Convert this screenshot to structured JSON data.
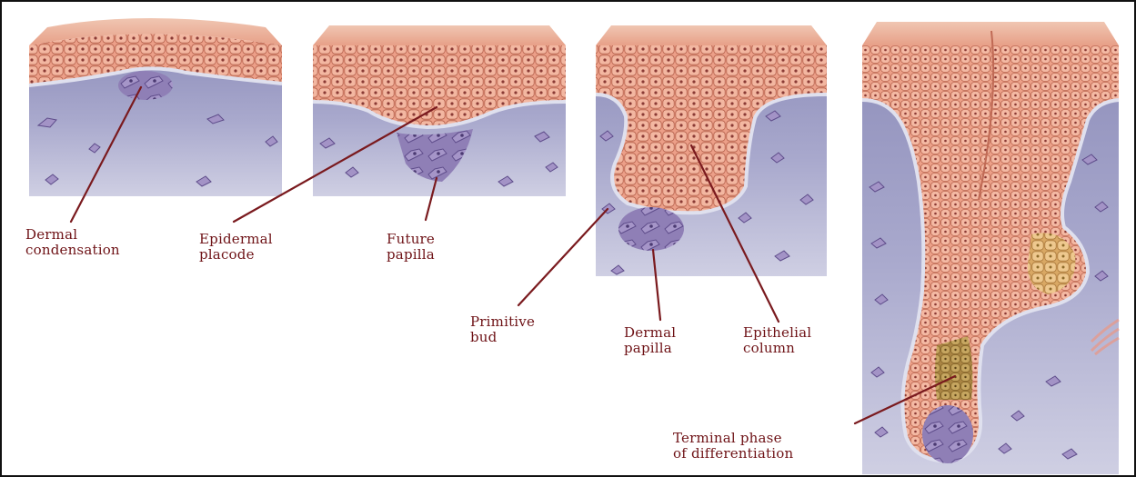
{
  "labels": {
    "dermal_condensation": "Dermal\ncondensation",
    "epidermal_placode": "Epidermal\nplacode",
    "future_papilla": "Future\npapilla",
    "primitive_bud": "Primitive\nbud",
    "dermal_papilla": "Dermal\npapilla",
    "epithelial_column": "Epithelial\ncolumn",
    "terminal_phase": "Terminal phase\nof differentiation"
  },
  "colors": {
    "label_text": "#6e1216",
    "leader_line": "#7a1a1e",
    "epidermis": "#e9a48f",
    "cell_outline": "#a8543f",
    "cell_nucleus": "#8a3a35",
    "dermis": "#a8a8cc",
    "dermis_light": "#c9c9df",
    "fibroblast": "#7d6aa3",
    "keratinized": "#e5b878",
    "matrix": "#b99046"
  },
  "icons": [
    "fibroblast-cell-icon",
    "epithelial-cell-icon"
  ]
}
